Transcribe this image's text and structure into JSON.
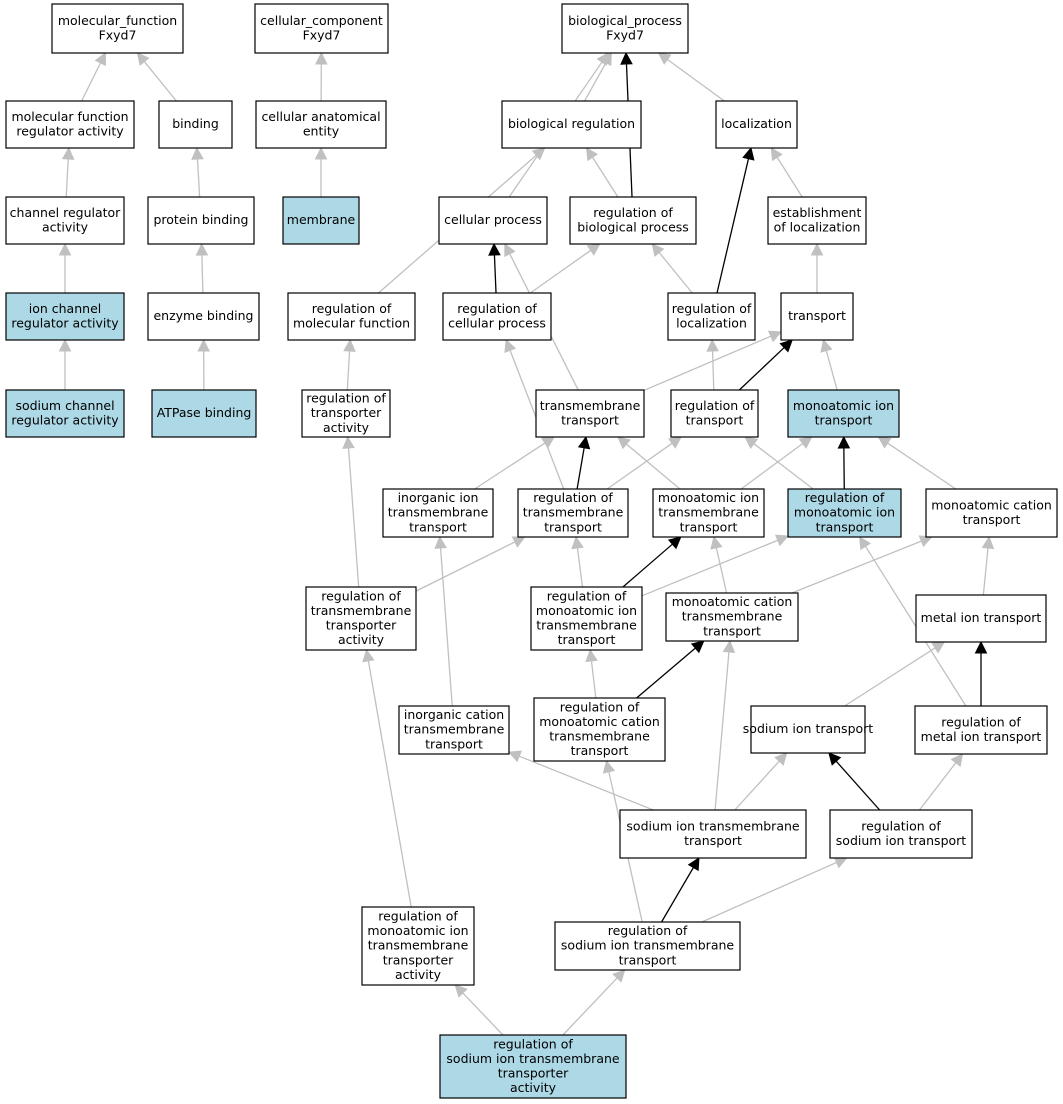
{
  "colors": {
    "highlight": "#add8e6",
    "plain": "#ffffff",
    "stroke": "#000000",
    "edge_gray": "#c0c0c0",
    "edge_black": "#000000"
  },
  "nodes": [
    {
      "id": "mf",
      "lines": [
        "molecular_function",
        "Fxyd7"
      ],
      "hl": false
    },
    {
      "id": "cc",
      "lines": [
        "cellular_component",
        "Fxyd7"
      ],
      "hl": false
    },
    {
      "id": "bp",
      "lines": [
        "biological_process",
        "Fxyd7"
      ],
      "hl": false
    },
    {
      "id": "mfra",
      "lines": [
        "molecular function",
        "regulator activity"
      ],
      "hl": false
    },
    {
      "id": "binding",
      "lines": [
        "binding"
      ],
      "hl": false
    },
    {
      "id": "cae",
      "lines": [
        "cellular anatomical",
        "entity"
      ],
      "hl": false
    },
    {
      "id": "breg",
      "lines": [
        "biological regulation"
      ],
      "hl": false
    },
    {
      "id": "loc",
      "lines": [
        "localization"
      ],
      "hl": false
    },
    {
      "id": "chra",
      "lines": [
        "channel regulator",
        "activity"
      ],
      "hl": false
    },
    {
      "id": "pb",
      "lines": [
        "protein binding"
      ],
      "hl": false
    },
    {
      "id": "membrane",
      "lines": [
        "membrane"
      ],
      "hl": true
    },
    {
      "id": "cp",
      "lines": [
        "cellular process"
      ],
      "hl": false
    },
    {
      "id": "rbp",
      "lines": [
        "regulation of",
        "biological process"
      ],
      "hl": false
    },
    {
      "id": "eol",
      "lines": [
        "establishment",
        "of localization"
      ],
      "hl": false
    },
    {
      "id": "icra",
      "lines": [
        "ion channel",
        "regulator activity"
      ],
      "hl": true
    },
    {
      "id": "eb",
      "lines": [
        "enzyme binding"
      ],
      "hl": false
    },
    {
      "id": "rmf",
      "lines": [
        "regulation of",
        "molecular function"
      ],
      "hl": false
    },
    {
      "id": "rcp",
      "lines": [
        "regulation of",
        "cellular process"
      ],
      "hl": false
    },
    {
      "id": "rloc",
      "lines": [
        "regulation of",
        "localization"
      ],
      "hl": false
    },
    {
      "id": "transport",
      "lines": [
        "transport"
      ],
      "hl": false
    },
    {
      "id": "scra",
      "lines": [
        "sodium channel",
        "regulator activity"
      ],
      "hl": true
    },
    {
      "id": "atpb",
      "lines": [
        "ATPase binding"
      ],
      "hl": true
    },
    {
      "id": "rta",
      "lines": [
        "regulation of",
        "transporter",
        "activity"
      ],
      "hl": false
    },
    {
      "id": "tmt",
      "lines": [
        "transmembrane",
        "transport"
      ],
      "hl": false
    },
    {
      "id": "rt",
      "lines": [
        "regulation of",
        "transport"
      ],
      "hl": false
    },
    {
      "id": "mit",
      "lines": [
        "monoatomic ion",
        "transport"
      ],
      "hl": true
    },
    {
      "id": "iitt",
      "lines": [
        "inorganic ion",
        "transmembrane",
        "transport"
      ],
      "hl": false
    },
    {
      "id": "rtmt",
      "lines": [
        "regulation of",
        "transmembrane",
        "transport"
      ],
      "hl": false
    },
    {
      "id": "mitt",
      "lines": [
        "monoatomic ion",
        "transmembrane",
        "transport"
      ],
      "hl": false
    },
    {
      "id": "rmit",
      "lines": [
        "regulation of",
        "monoatomic ion",
        "transport"
      ],
      "hl": true
    },
    {
      "id": "mct",
      "lines": [
        "monoatomic cation",
        "transport"
      ],
      "hl": false
    },
    {
      "id": "rtta",
      "lines": [
        "regulation of",
        "transmembrane",
        "transporter",
        "activity"
      ],
      "hl": false
    },
    {
      "id": "rmitt",
      "lines": [
        "regulation of",
        "monoatomic ion",
        "transmembrane",
        "transport"
      ],
      "hl": false
    },
    {
      "id": "mctt",
      "lines": [
        "monoatomic cation",
        "transmembrane",
        "transport"
      ],
      "hl": false
    },
    {
      "id": "metit",
      "lines": [
        "metal ion transport"
      ],
      "hl": false
    },
    {
      "id": "ictt",
      "lines": [
        "inorganic cation",
        "transmembrane",
        "transport"
      ],
      "hl": false
    },
    {
      "id": "rmctt",
      "lines": [
        "regulation of",
        "monoatomic cation",
        "transmembrane",
        "transport"
      ],
      "hl": false
    },
    {
      "id": "sit",
      "lines": [
        "sodium ion transport"
      ],
      "hl": false
    },
    {
      "id": "rmetit",
      "lines": [
        "regulation of",
        "metal ion transport"
      ],
      "hl": false
    },
    {
      "id": "sitt",
      "lines": [
        "sodium ion transmembrane",
        "transport"
      ],
      "hl": false
    },
    {
      "id": "rsit",
      "lines": [
        "regulation of",
        "sodium ion transport"
      ],
      "hl": false
    },
    {
      "id": "rmitta",
      "lines": [
        "regulation of",
        "monoatomic ion",
        "transmembrane",
        "transporter",
        "activity"
      ],
      "hl": false
    },
    {
      "id": "rsitt",
      "lines": [
        "regulation of",
        "sodium ion transmembrane",
        "transport"
      ],
      "hl": false
    },
    {
      "id": "rsitta",
      "lines": [
        "regulation of",
        "sodium ion transmembrane",
        "transporter",
        "activity"
      ],
      "hl": true
    }
  ],
  "edges": [
    {
      "from": "mfra",
      "to": "mf",
      "black": false
    },
    {
      "from": "binding",
      "to": "mf",
      "black": false
    },
    {
      "from": "cae",
      "to": "cc",
      "black": false
    },
    {
      "from": "breg",
      "to": "bp",
      "black": false
    },
    {
      "from": "loc",
      "to": "bp",
      "black": false
    },
    {
      "from": "cp",
      "to": "bp",
      "black": false
    },
    {
      "from": "rbp",
      "to": "bp",
      "black": true
    },
    {
      "from": "chra",
      "to": "mfra",
      "black": false
    },
    {
      "from": "pb",
      "to": "binding",
      "black": false
    },
    {
      "from": "membrane",
      "to": "cae",
      "black": false
    },
    {
      "from": "rbp",
      "to": "breg",
      "black": false
    },
    {
      "from": "rmf",
      "to": "breg",
      "black": false
    },
    {
      "from": "eol",
      "to": "loc",
      "black": false
    },
    {
      "from": "rloc",
      "to": "loc",
      "black": true
    },
    {
      "from": "icra",
      "to": "chra",
      "black": false
    },
    {
      "from": "eb",
      "to": "pb",
      "black": false
    },
    {
      "from": "rcp",
      "to": "cp",
      "black": true
    },
    {
      "from": "rcp",
      "to": "rbp",
      "black": false
    },
    {
      "from": "rloc",
      "to": "rbp",
      "black": false
    },
    {
      "from": "transport",
      "to": "eol",
      "black": false
    },
    {
      "from": "scra",
      "to": "icra",
      "black": false
    },
    {
      "from": "atpb",
      "to": "eb",
      "black": false
    },
    {
      "from": "rta",
      "to": "rmf",
      "black": false
    },
    {
      "from": "tmt",
      "to": "cp",
      "black": false
    },
    {
      "from": "tmt",
      "to": "transport",
      "black": false
    },
    {
      "from": "rt",
      "to": "rloc",
      "black": false
    },
    {
      "from": "rt",
      "to": "transport",
      "black": true
    },
    {
      "from": "mit",
      "to": "transport",
      "black": false
    },
    {
      "from": "iitt",
      "to": "tmt",
      "black": false
    },
    {
      "from": "rtmt",
      "to": "tmt",
      "black": true
    },
    {
      "from": "rtmt",
      "to": "rcp",
      "black": false
    },
    {
      "from": "rtmt",
      "to": "rt",
      "black": false
    },
    {
      "from": "mitt",
      "to": "tmt",
      "black": false
    },
    {
      "from": "mitt",
      "to": "mit",
      "black": false
    },
    {
      "from": "rmit",
      "to": "rt",
      "black": false
    },
    {
      "from": "rmit",
      "to": "mit",
      "black": true
    },
    {
      "from": "mct",
      "to": "mit",
      "black": false
    },
    {
      "from": "rtta",
      "to": "rta",
      "black": false
    },
    {
      "from": "rtta",
      "to": "rtmt",
      "black": false
    },
    {
      "from": "rmitt",
      "to": "rtmt",
      "black": false
    },
    {
      "from": "rmitt",
      "to": "mitt",
      "black": true
    },
    {
      "from": "rmitt",
      "to": "rmit",
      "black": false
    },
    {
      "from": "mctt",
      "to": "mitt",
      "black": false
    },
    {
      "from": "mctt",
      "to": "mct",
      "black": false
    },
    {
      "from": "metit",
      "to": "mct",
      "black": false
    },
    {
      "from": "ictt",
      "to": "iitt",
      "black": false
    },
    {
      "from": "rmctt",
      "to": "rmitt",
      "black": false
    },
    {
      "from": "rmctt",
      "to": "mctt",
      "black": true
    },
    {
      "from": "sit",
      "to": "metit",
      "black": false
    },
    {
      "from": "rmetit",
      "to": "metit",
      "black": true
    },
    {
      "from": "rmetit",
      "to": "rmit",
      "black": false
    },
    {
      "from": "sitt",
      "to": "ictt",
      "black": false
    },
    {
      "from": "sitt",
      "to": "mctt",
      "black": false
    },
    {
      "from": "sitt",
      "to": "sit",
      "black": false
    },
    {
      "from": "rsit",
      "to": "sit",
      "black": true
    },
    {
      "from": "rsit",
      "to": "rmetit",
      "black": false
    },
    {
      "from": "rmitta",
      "to": "rtta",
      "black": false
    },
    {
      "from": "rsitt",
      "to": "rmctt",
      "black": false
    },
    {
      "from": "rsitt",
      "to": "sitt",
      "black": true
    },
    {
      "from": "rsitt",
      "to": "rsit",
      "black": false
    },
    {
      "from": "rsitta",
      "to": "rmitta",
      "black": false
    },
    {
      "from": "rsitta",
      "to": "rsitt",
      "black": false
    }
  ]
}
